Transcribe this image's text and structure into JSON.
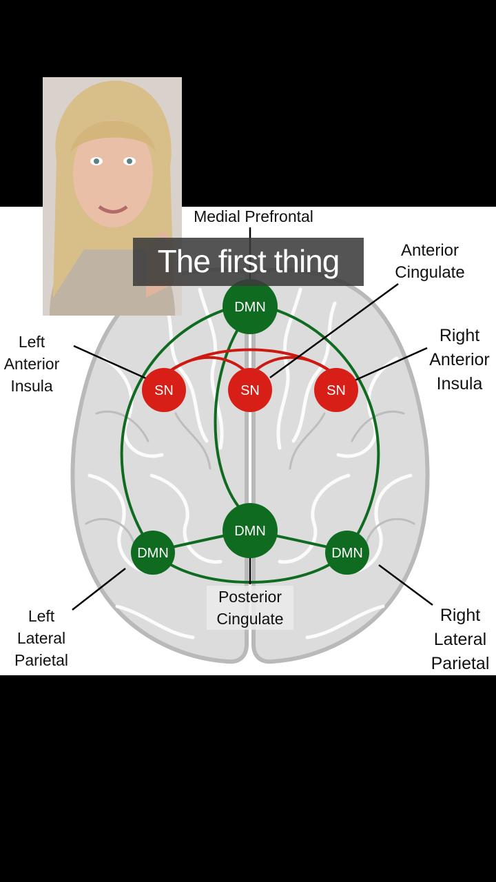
{
  "colors": {
    "background": "#000000",
    "panel": "#ffffff",
    "dmn_node": "#0f6b1f",
    "dmn_edge": "#0f6b1f",
    "sn_node": "#d81f17",
    "sn_edge": "#cc1a12",
    "brain": "#d8d8d8",
    "text": "#111111"
  },
  "caption": "The first thing",
  "diagram": {
    "nodes": [
      {
        "id": "mpfc",
        "label": "DMN",
        "network": "dmn"
      },
      {
        "id": "pcc",
        "label": "DMN",
        "network": "dmn"
      },
      {
        "id": "llp",
        "label": "DMN",
        "network": "dmn"
      },
      {
        "id": "rlp",
        "label": "DMN",
        "network": "dmn"
      },
      {
        "id": "lai",
        "label": "SN",
        "network": "sn"
      },
      {
        "id": "acc",
        "label": "SN",
        "network": "sn"
      },
      {
        "id": "rai",
        "label": "SN",
        "network": "sn"
      }
    ],
    "labels": {
      "medial_prefrontal": "Medial Prefrontal",
      "anterior_cingulate": [
        "Anterior",
        "Cingulate"
      ],
      "left_anterior_insula": [
        "Left",
        "Anterior",
        "Insula"
      ],
      "right_anterior_insula": [
        "Right",
        "Anterior",
        "Insula"
      ],
      "posterior_cingulate": [
        "Posterior",
        "Cingulate"
      ],
      "left_lateral_parietal": [
        "Left",
        "Lateral",
        "Parietal"
      ],
      "right_lateral_parietal": [
        "Right",
        "Lateral",
        "Parietal"
      ]
    }
  }
}
